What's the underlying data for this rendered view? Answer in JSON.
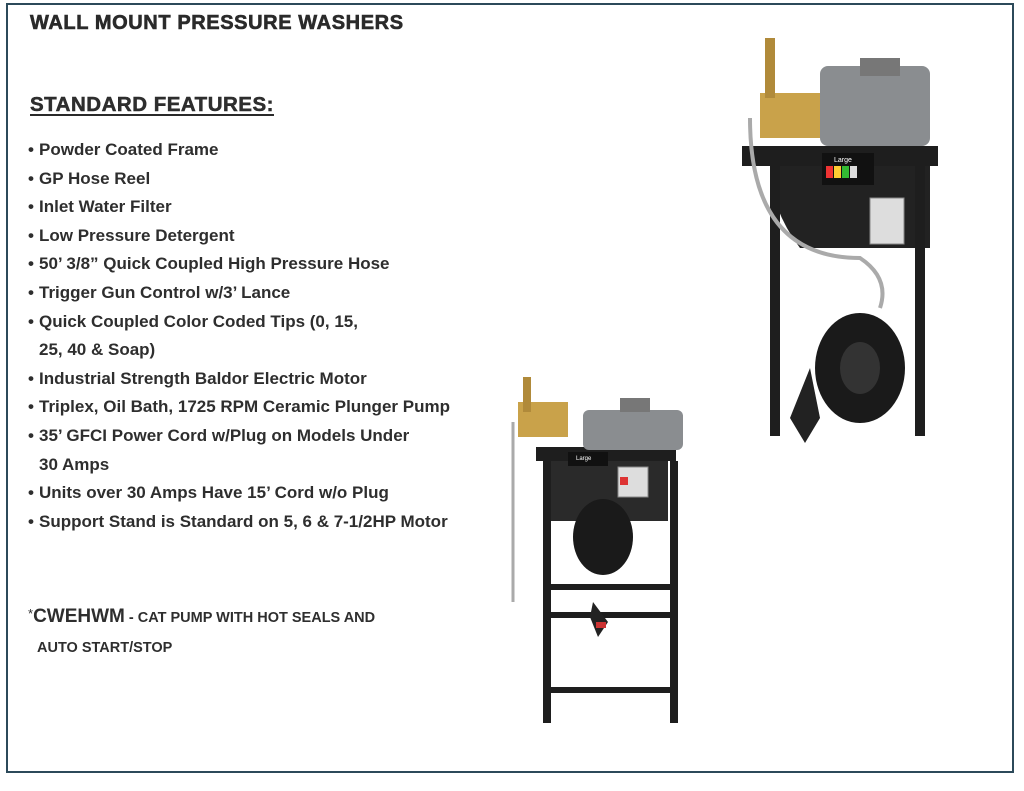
{
  "title": "WALL MOUNT PRESSURE WASHERS",
  "features_heading": "STANDARD FEATURES:",
  "features": [
    "Powder Coated Frame",
    "GP Hose Reel",
    "Inlet Water Filter",
    "Low Pressure Detergent",
    "50’ 3/8” Quick Coupled High Pressure Hose",
    "Trigger Gun Control w/3’ Lance",
    "Quick Coupled Color Coded Tips (0, 15, 25, 40 & Soap)",
    "Industrial Strength Baldor Electric Motor",
    "Triplex, Oil Bath, 1725 RPM Ceramic Plunger Pump",
    "35’ GFCI Power Cord w/Plug on Models Under 30 Amps",
    "Units over 30 Amps Have 15’ Cord w/o Plug",
    "Support Stand is Standard on 5, 6 & 7-1/2HP Motor"
  ],
  "note": {
    "asterisk": "*",
    "model": "CWEHWM",
    "text": " - CAT PUMP WITH HOT SEALS AND",
    "text_line2": "AUTO START/STOP"
  },
  "images": {
    "wall_unit_label": "Large",
    "stand_unit_label": "Large"
  },
  "colors": {
    "border": "#2c4a5a",
    "text": "#2e2e2e",
    "brass": "#c9a24a",
    "motor": "#8a8d90",
    "frame": "#1e1e1e"
  }
}
